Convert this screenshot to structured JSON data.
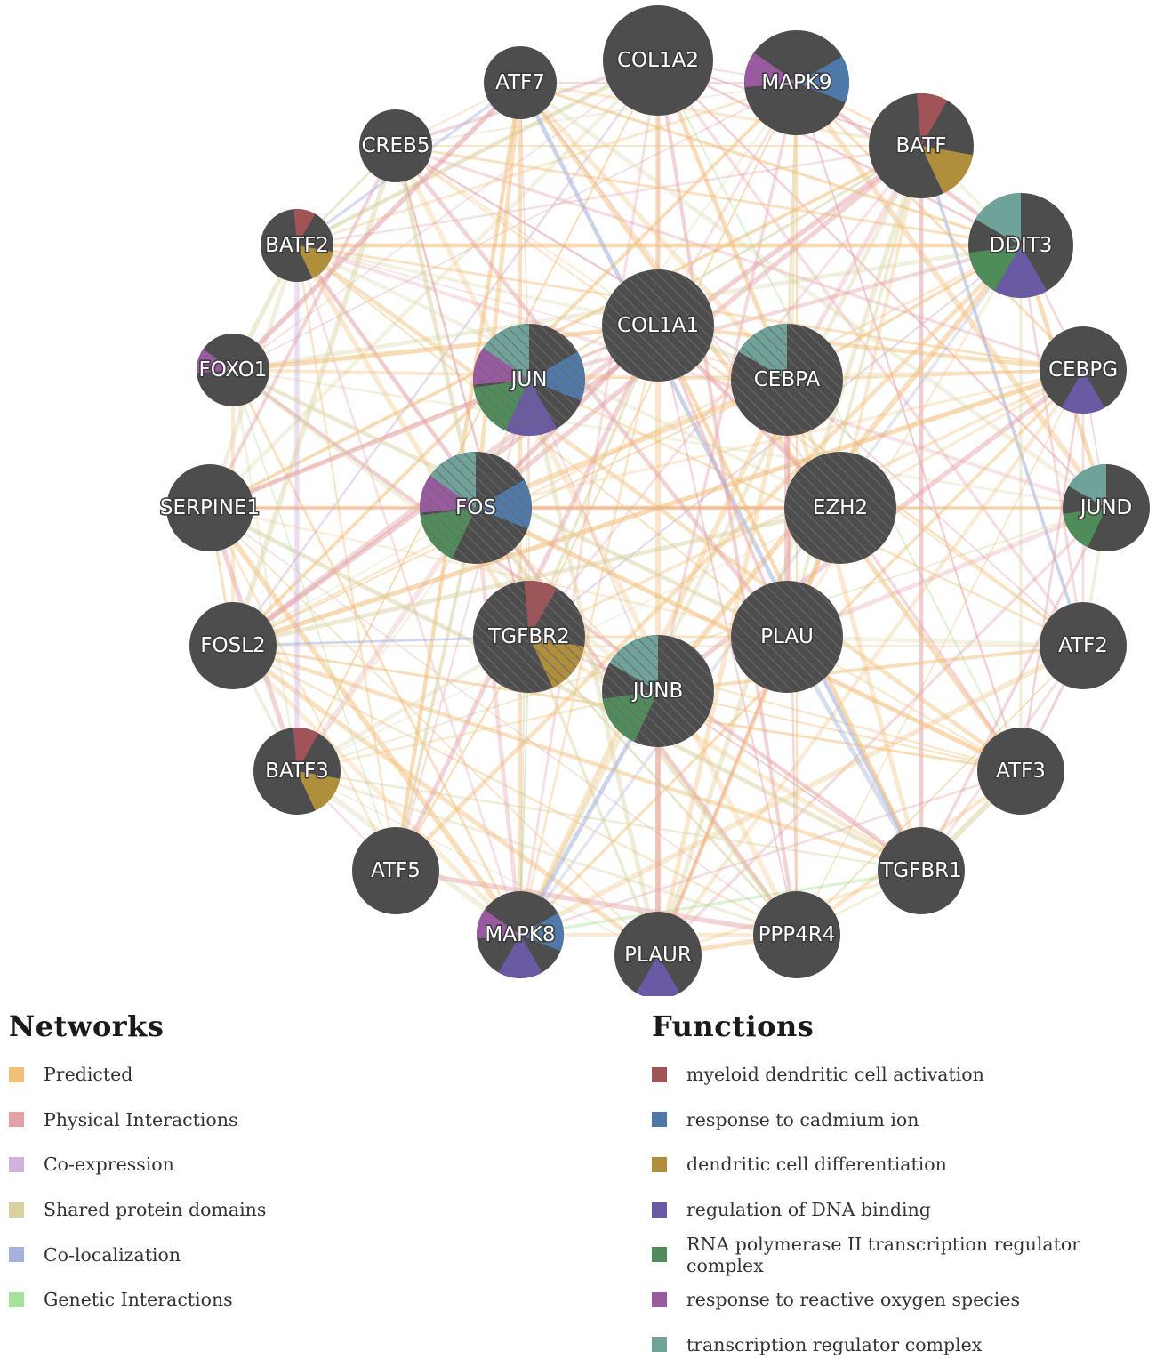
{
  "colors": {
    "node_base": "#4d4d4d",
    "networks": {
      "predicted": "#f2bf7a",
      "physical": "#e3a0a6",
      "coexpression": "#d0b3dd",
      "shared_domains": "#d9d2a0",
      "colocalization": "#a3b1dc",
      "genetic": "#a6e39a"
    },
    "functions": {
      "myeloid": "#a05458",
      "cadmium": "#4f79a8",
      "dendritic_diff": "#b08f3c",
      "dna_binding": "#6a5aa3",
      "rnapol": "#4f8c5a",
      "ros": "#9a5aa0",
      "trc": "#6fa39a"
    }
  },
  "network": {
    "nodes": [
      {
        "id": "COL1A2",
        "label": "COL1A2",
        "size": "xl",
        "query": false,
        "functions": []
      },
      {
        "id": "MAPK9",
        "label": "MAPK9",
        "size": "lg",
        "query": false,
        "functions": [
          "ros",
          "cadmium"
        ]
      },
      {
        "id": "BATF",
        "label": "BATF",
        "size": "lg",
        "query": false,
        "functions": [
          "myeloid",
          "dendritic_diff"
        ]
      },
      {
        "id": "DDIT3",
        "label": "DDIT3",
        "size": "lg",
        "query": false,
        "functions": [
          "trc",
          "rnapol",
          "dna_binding"
        ]
      },
      {
        "id": "CEBPG",
        "label": "CEBPG",
        "size": "md",
        "query": false,
        "functions": [
          "dna_binding"
        ]
      },
      {
        "id": "JUND",
        "label": "JUND",
        "size": "md",
        "query": false,
        "functions": [
          "trc",
          "rnapol"
        ]
      },
      {
        "id": "ATF2",
        "label": "ATF2",
        "size": "md",
        "query": false,
        "functions": []
      },
      {
        "id": "ATF3",
        "label": "ATF3",
        "size": "md",
        "query": false,
        "functions": []
      },
      {
        "id": "TGFBR1",
        "label": "TGFBR1",
        "size": "md",
        "query": false,
        "functions": []
      },
      {
        "id": "PPP4R4",
        "label": "PPP4R4",
        "size": "md",
        "query": false,
        "functions": []
      },
      {
        "id": "PLAUR",
        "label": "PLAUR",
        "size": "md",
        "query": false,
        "functions": [
          "dna_binding"
        ]
      },
      {
        "id": "MAPK8",
        "label": "MAPK8",
        "size": "md",
        "query": false,
        "functions": [
          "ros",
          "cadmium",
          "dna_binding"
        ]
      },
      {
        "id": "ATF5",
        "label": "ATF5",
        "size": "md",
        "query": false,
        "functions": []
      },
      {
        "id": "BATF3",
        "label": "BATF3",
        "size": "md",
        "query": false,
        "functions": [
          "myeloid",
          "dendritic_diff"
        ]
      },
      {
        "id": "FOSL2",
        "label": "FOSL2",
        "size": "md",
        "query": false,
        "functions": []
      },
      {
        "id": "SERPINE1",
        "label": "SERPINE1",
        "size": "md",
        "query": false,
        "functions": []
      },
      {
        "id": "FOXO1",
        "label": "FOXO1",
        "size": "sm",
        "query": false,
        "functions": [
          "ros"
        ]
      },
      {
        "id": "BATF2",
        "label": "BATF2",
        "size": "sm",
        "query": false,
        "functions": [
          "myeloid",
          "dendritic_diff"
        ]
      },
      {
        "id": "CREB5",
        "label": "CREB5",
        "size": "sm",
        "query": false,
        "functions": []
      },
      {
        "id": "ATF7",
        "label": "ATF7",
        "size": "sm",
        "query": false,
        "functions": []
      },
      {
        "id": "COL1A1",
        "label": "COL1A1",
        "size": "hub",
        "query": true,
        "functions": []
      },
      {
        "id": "JUN",
        "label": "JUN",
        "size": "hub",
        "query": true,
        "functions": [
          "trc",
          "cadmium",
          "dna_binding",
          "rnapol",
          "ros"
        ]
      },
      {
        "id": "CEBPA",
        "label": "CEBPA",
        "size": "hub",
        "query": true,
        "functions": [
          "trc"
        ]
      },
      {
        "id": "FOS",
        "label": "FOS",
        "size": "hub",
        "query": true,
        "functions": [
          "trc",
          "cadmium",
          "rnapol",
          "ros"
        ]
      },
      {
        "id": "EZH2",
        "label": "EZH2",
        "size": "hub",
        "query": true,
        "functions": []
      },
      {
        "id": "TGFBR2",
        "label": "TGFBR2",
        "size": "hub",
        "query": true,
        "functions": [
          "myeloid",
          "dendritic_diff"
        ]
      },
      {
        "id": "PLAU",
        "label": "PLAU",
        "size": "hub",
        "query": true,
        "functions": []
      },
      {
        "id": "JUNB",
        "label": "JUNB",
        "size": "hub",
        "query": true,
        "functions": [
          "trc",
          "rnapol"
        ]
      }
    ]
  },
  "legend": {
    "networks": {
      "title": "Networks",
      "items": [
        {
          "key": "predicted",
          "label": "Predicted"
        },
        {
          "key": "physical",
          "label": "Physical Interactions"
        },
        {
          "key": "coexpression",
          "label": "Co-expression"
        },
        {
          "key": "shared_domains",
          "label": "Shared protein domains"
        },
        {
          "key": "colocalization",
          "label": "Co-localization"
        },
        {
          "key": "genetic",
          "label": "Genetic Interactions"
        }
      ]
    },
    "functions": {
      "title": "Functions",
      "items": [
        {
          "key": "myeloid",
          "label": "myeloid dendritic cell activation"
        },
        {
          "key": "cadmium",
          "label": "response to cadmium ion"
        },
        {
          "key": "dendritic_diff",
          "label": "dendritic cell differentiation"
        },
        {
          "key": "dna_binding",
          "label": "regulation of DNA binding"
        },
        {
          "key": "rnapol",
          "label": "RNA polymerase II transcription regulator complex"
        },
        {
          "key": "ros",
          "label": "response to reactive oxygen species"
        },
        {
          "key": "trc",
          "label": "transcription regulator complex"
        }
      ]
    }
  }
}
